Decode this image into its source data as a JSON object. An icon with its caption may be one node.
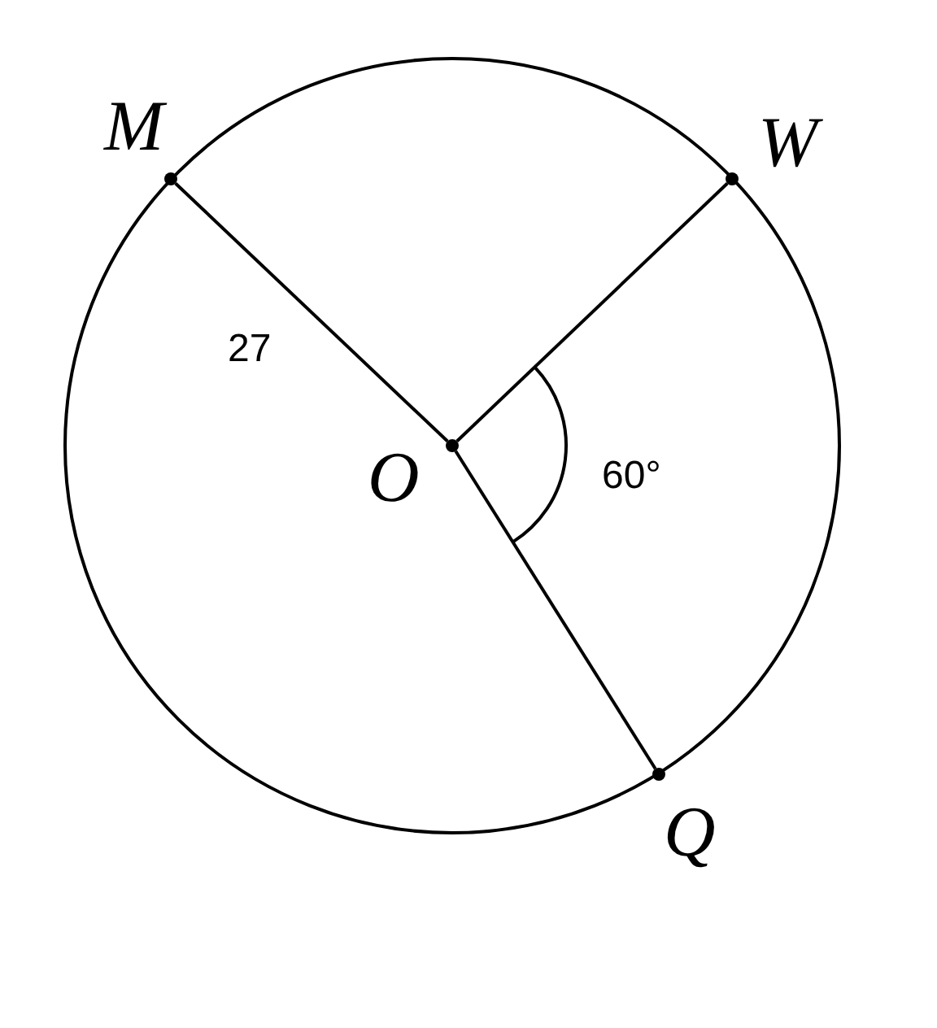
{
  "diagram": {
    "nodes": [
      {
        "text": [
          "M"
        ]
      },
      {
        "text": [
          "W"
        ]
      },
      {
        "text": [
          "O"
        ]
      },
      {
        "text": [
          "Q"
        ]
      }
    ],
    "edges": [
      {
        "from": 2,
        "to": 0,
        "arrow": "none",
        "label": "27"
      },
      {
        "from": 2,
        "to": 1,
        "arrow": "none"
      },
      {
        "from": 2,
        "to": 3,
        "arrow": "none"
      }
    ],
    "labels": [
      "60°"
    ]
  }
}
